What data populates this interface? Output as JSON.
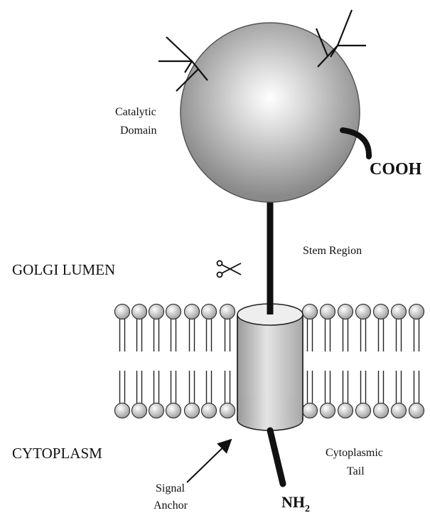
{
  "labels": {
    "catalytic_line1": "Catalytic",
    "catalytic_line2": "Domain",
    "cooh": "COOH",
    "stem_region": "Stem Region",
    "golgi_lumen": "GOLGI LUMEN",
    "cytoplasm": "CYTOPLASM",
    "cytoplasmic_line1": "Cytoplasmic",
    "cytoplasmic_line2": "Tail",
    "signal_line1": "Signal",
    "signal_line2": "Anchor",
    "nh2_main": "NH",
    "nh2_sub": "2"
  },
  "icons": {
    "scissors": "scissors-icon"
  },
  "colors": {
    "ink": "#111111",
    "domain_dark": "#8a8a8a",
    "domain_light": "#ffffff"
  }
}
